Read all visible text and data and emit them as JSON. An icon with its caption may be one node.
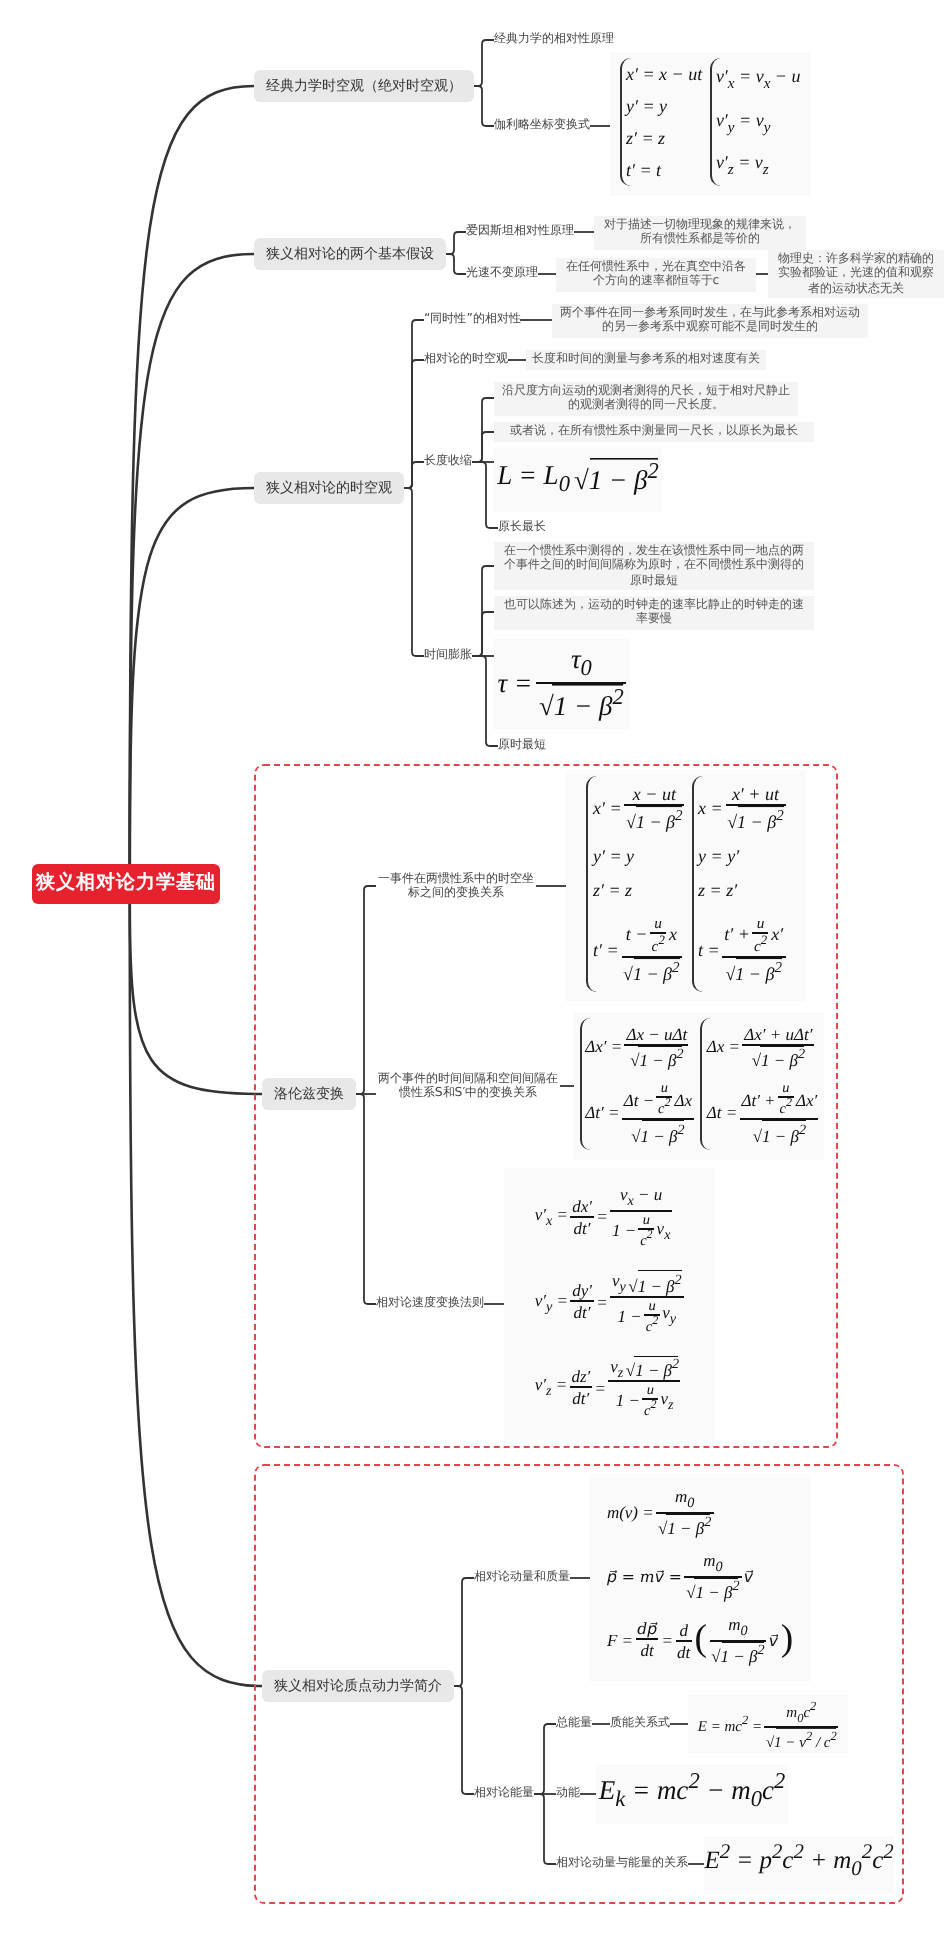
{
  "diagram": {
    "nodes": [
      {
        "text": [
          "狭义相对论力学基础"
        ]
      },
      {
        "text": [
          "经典力学时空观（绝对时空观）"
        ]
      },
      {
        "text": [
          "经典力学的相对性原理"
        ]
      },
      {
        "text": [
          "伽利略坐标变换式"
        ]
      },
      {
        "text": [
          "x′ = x − ut",
          "y′ = y",
          "z′ = z",
          "t′ = t",
          "v′$_{x}$ = v$_{x}$ − u",
          "v′$_{y}$ = v$_{y}$",
          "v′$_{z}$ = v$_{z}$"
        ]
      },
      {
        "text": [
          "狭义相对论的两个基本假设"
        ]
      },
      {
        "text": [
          "爱因斯坦相对性原理"
        ]
      },
      {
        "text": [
          "对于描述一切物理现象的规律来说，所有惯性系都是等价的"
        ]
      },
      {
        "text": [
          "光速不变原理"
        ]
      },
      {
        "text": [
          "在任何惯性系中，光在真空中沿各个方向的速率都恒等于c"
        ]
      },
      {
        "text": [
          "物理史：许多科学家的精确的实验都验证，光速的值和观察者的运动状态无关"
        ]
      },
      {
        "text": [
          "狭义相对论的时空观"
        ]
      },
      {
        "text": [
          "“同时性”的相对性"
        ]
      },
      {
        "text": [
          "两个事件在同一参考系同时发生，在与此参考系相对运动的另一参考系中观察可能不是同时发生的"
        ]
      },
      {
        "text": [
          "相对论的时空观"
        ]
      },
      {
        "text": [
          "长度和时间的测量与参考系的相对速度有关"
        ]
      },
      {
        "text": [
          "长度收缩"
        ]
      },
      {
        "text": [
          "沿尺度方向运动的观测者测得的尺长，短于相对尺静止的观测者测得的同一尺长度。"
        ]
      },
      {
        "text": [
          "或者说，在所有惯性系中测量同一尺长，以原长为最长"
        ]
      },
      {
        "text": [
          "L = L$_{0}$",
          "√1 − β$^{2}$"
        ]
      },
      {
        "text": [
          "原长最长"
        ]
      },
      {
        "text": [
          "时间膨胀"
        ]
      },
      {
        "text": [
          "在一个惯性系中测得的，发生在该惯性系中同一地点的两个事件之间的时间间隔称为原时，在不同惯性系中测得的原时最短"
        ]
      },
      {
        "text": [
          "也可以陈述为，运动的时钟走的速率比静止的时钟走的速率要慢"
        ]
      },
      {
        "text": [
          "τ =",
          "τ$_{0}$",
          "√1 − β$^{2}$"
        ]
      },
      {
        "text": [
          "原时最短"
        ]
      },
      {
        "text": [],
        "shape": "box"
      },
      {
        "text": [
          "洛伦兹变换"
        ],
        "in": 26
      },
      {
        "text": [
          "一事件在两惯性系中的时空坐标之间的变换关系"
        ],
        "in": 26
      },
      {
        "text": [
          "x′ =",
          "x − ut",
          "√1 − β$^{2}$",
          "y′ = y",
          "z′ = z",
          "t′ =",
          "t −",
          "u",
          "c$^{2}$",
          "x",
          "√1 − β$^{2}$",
          "x =",
          "x′ + ut",
          "√1 − β$^{2}$",
          "y = y′",
          "z = z′",
          "t =",
          "t′ +",
          "u",
          "c$^{2}$",
          "x′",
          "√1 − β$^{2}$"
        ],
        "in": 26
      },
      {
        "text": [
          "两个事件的时间间隔和空间间隔在惯性系S和S′中的变换关系"
        ],
        "in": 26
      },
      {
        "text": [
          "Δx′ =",
          "Δx − uΔt",
          "√1 − β$^{2}$",
          "Δt′ =",
          "Δt −",
          "u",
          "c$^{2}$",
          "Δx",
          "√1 − β$^{2}$",
          "Δx =",
          "Δx′ + uΔt′",
          "√1 − β$^{2}$",
          "Δt =",
          "Δt′ +",
          "u",
          "c$^{2}$",
          "Δx′",
          "√1 − β$^{2}$"
        ],
        "in": 26
      },
      {
        "text": [
          "相对论速度变换法则"
        ],
        "in": 26
      },
      {
        "text": [
          "v′$_{x}$ =",
          "dx′",
          "dt′",
          "=",
          "v$_{x}$ − u",
          "1 −",
          "u",
          "c$^{2}$",
          "v$_{x}$",
          "v′$_{y}$ =",
          "dy′",
          "dt′",
          "=",
          "v$_{y}$",
          "√1 − β$^{2}$",
          "1 −",
          "u",
          "c$^{2}$",
          "v$_{y}$",
          "v′$_{z}$ =",
          "dz′",
          "dt′",
          "=",
          "v$_{z}$",
          "√1 − β$^{2}$",
          "1 −",
          "u",
          "c$^{2}$",
          "v$_{z}$"
        ],
        "in": 26
      },
      {
        "text": [],
        "shape": "box"
      },
      {
        "text": [
          "狭义相对论质点动力学简介"
        ],
        "in": 34
      },
      {
        "text": [
          "相对论动量和质量"
        ],
        "in": 34
      },
      {
        "text": [
          "m(v) =",
          "m$_{0}$",
          "√1 − β$^{2}$",
          "p⃗ = mv⃗ =",
          "m$_{0}$",
          "√1 − β$^{2}$",
          "v⃗",
          "F =",
          "dp⃗",
          "dt",
          "=",
          "d",
          "dt",
          "(",
          "m$_{0}$",
          "√1 − β$^{2}$",
          "v⃗",
          ")"
        ],
        "in": 34
      },
      {
        "text": [
          "相对论能量"
        ],
        "in": 34
      },
      {
        "text": [
          "总能量"
        ],
        "in": 34
      },
      {
        "text": [
          "质能关系式"
        ],
        "in": 34
      },
      {
        "text": [
          "E = mc$^{2}$ =",
          "m$_{0}$c$^{2}$",
          "√1 − v$^{2}$ / c$^{2}$"
        ],
        "in": 34
      },
      {
        "text": [
          "动能"
        ],
        "in": 34
      },
      {
        "text": [
          "E$_{k}$ = mc$^{2}$ − m$_{0}$c$^{2}$"
        ],
        "in": 34
      },
      {
        "text": [
          "相对论动量与能量的关系"
        ],
        "in": 34
      },
      {
        "text": [
          "E$^{2}$ = p$^{2}$c$^{2}$ + m$_{0}$$^{2}$c$^{2}$"
        ],
        "in": 34
      }
    ],
    "edges": [
      {
        "from": 0,
        "to": 1,
        "arrow": "none"
      },
      {
        "from": 0,
        "to": 5,
        "arrow": "none"
      },
      {
        "from": 0,
        "to": 11,
        "arrow": "none"
      },
      {
        "from": 0,
        "to": 27,
        "arrow": "none"
      },
      {
        "from": 0,
        "to": 35,
        "arrow": "none"
      },
      {
        "from": 1,
        "to": 2,
        "arrow": "none"
      },
      {
        "from": 1,
        "to": 3,
        "arrow": "none"
      },
      {
        "from": 3,
        "to": 4,
        "arrow": "none"
      },
      {
        "from": 5,
        "to": 6,
        "arrow": "none"
      },
      {
        "from": 6,
        "to": 7,
        "arrow": "none"
      },
      {
        "from": 5,
        "to": 8,
        "arrow": "none"
      },
      {
        "from": 8,
        "to": 9,
        "arrow": "none"
      },
      {
        "from": 9,
        "to": 10,
        "arrow": "none"
      },
      {
        "from": 11,
        "to": 12,
        "arrow": "none"
      },
      {
        "from": 12,
        "to": 13,
        "arrow": "none"
      },
      {
        "from": 11,
        "to": 14,
        "arrow": "none"
      },
      {
        "from": 14,
        "to": 15,
        "arrow": "none"
      },
      {
        "from": 11,
        "to": 16,
        "arrow": "none"
      },
      {
        "from": 16,
        "to": 17,
        "arrow": "none"
      },
      {
        "from": 16,
        "to": 18,
        "arrow": "none"
      },
      {
        "from": 16,
        "to": 19,
        "arrow": "none"
      },
      {
        "from": 16,
        "to": 20,
        "arrow": "none"
      },
      {
        "from": 11,
        "to": 21,
        "arrow": "none"
      },
      {
        "from": 21,
        "to": 22,
        "arrow": "none"
      },
      {
        "from": 21,
        "to": 23,
        "arrow": "none"
      },
      {
        "from": 21,
        "to": 24,
        "arrow": "none"
      },
      {
        "from": 21,
        "to": 25,
        "arrow": "none"
      },
      {
        "from": 27,
        "to": 28,
        "arrow": "none"
      },
      {
        "from": 28,
        "to": 29,
        "arrow": "none"
      },
      {
        "from": 27,
        "to": 30,
        "arrow": "none"
      },
      {
        "from": 30,
        "to": 31,
        "arrow": "none"
      },
      {
        "from": 27,
        "to": 32,
        "arrow": "none"
      },
      {
        "from": 32,
        "to": 33,
        "arrow": "none"
      },
      {
        "from": 35,
        "to": 36,
        "arrow": "none"
      },
      {
        "from": 36,
        "to": 37,
        "arrow": "none"
      },
      {
        "from": 35,
        "to": 38,
        "arrow": "none"
      },
      {
        "from": 38,
        "to": 39,
        "arrow": "none"
      },
      {
        "from": 39,
        "to": 40,
        "arrow": "none"
      },
      {
        "from": 40,
        "to": 41,
        "arrow": "none"
      },
      {
        "from": 38,
        "to": 42,
        "arrow": "none"
      },
      {
        "from": 42,
        "to": 43,
        "arrow": "none"
      },
      {
        "from": 38,
        "to": 44,
        "arrow": "none"
      },
      {
        "from": 44,
        "to": 45,
        "arrow": "none"
      }
    ]
  }
}
